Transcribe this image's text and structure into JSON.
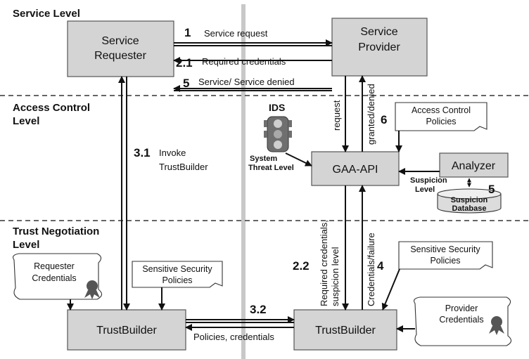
{
  "levels": {
    "service": "Service Level",
    "access_line1": "Access Control",
    "access_line2": "Level",
    "trust_line1": "Trust Negotiation",
    "trust_line2": "Level"
  },
  "nodes": {
    "requester_line1": "Service",
    "requester_line2": "Requester",
    "provider_line1": "Service",
    "provider_line2": "Provider",
    "gaa_api": "GAA-API",
    "analyzer": "Analyzer",
    "trustbuilder_left": "TrustBuilder",
    "trustbuilder_right": "TrustBuilder",
    "ids": "IDS",
    "suspicion_db_line1": "Suspicion",
    "suspicion_db_line2": "Database"
  },
  "documents": {
    "access_policies_line1": "Access Control",
    "access_policies_line2": "Policies",
    "sensitive_left_line1": "Sensitive Security",
    "sensitive_left_line2": "Policies",
    "sensitive_right_line1": "Sensitive Security",
    "sensitive_right_line2": "Policies",
    "requester_cred_line1": "Requester",
    "requester_cred_line2": "Credentials",
    "provider_cred_line1": "Provider",
    "provider_cred_line2": "Credentials"
  },
  "flows": {
    "n1": "1",
    "service_request": "Service request",
    "n2_1": "2.1",
    "required_credentials": "Required credentials",
    "n5_top": "5",
    "service_denied": "Service/ Service denied",
    "request": "request",
    "granted_denied": "granted/denied",
    "n6": "6",
    "n3_1": "3.1",
    "invoke": "Invoke",
    "trustbuilder_word": "TrustBuilder",
    "system_threat": "System",
    "threat_level": "Threat Level",
    "suspicion": "Suspicion",
    "suspicion_level": "Level",
    "n5_db": "5",
    "req_cred_line1": "Required credentials,",
    "req_cred_line2": "suspicion level",
    "cred_failure": "Credentials/failure",
    "n2_2": "2.2",
    "n4": "4",
    "n3_2": "3.2",
    "policies_credentials": "Policies, credentials"
  }
}
